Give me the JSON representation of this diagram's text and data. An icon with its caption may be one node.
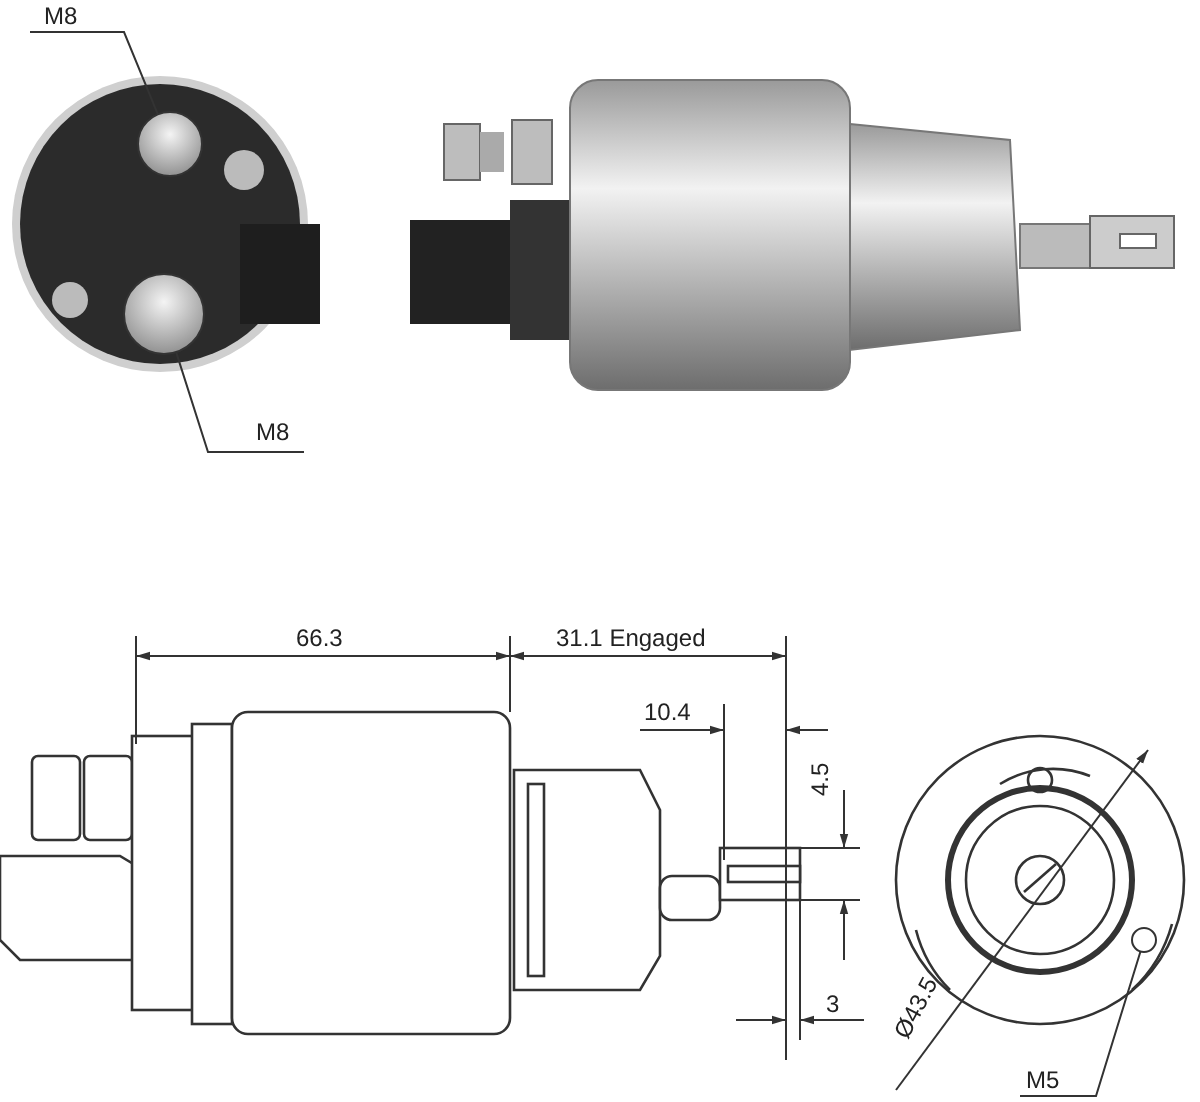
{
  "diagram": {
    "nodes": [
      {
        "text": [
          "M8"
        ]
      },
      {
        "text": [],
        "shape": "circle"
      },
      {
        "text": [],
        "shape": "circle"
      },
      {
        "text": [
          "M8"
        ]
      },
      {
        "text": [],
        "shape": "circle"
      },
      {
        "text": [
          "M5"
        ]
      }
    ],
    "edges": [
      {
        "from": 0,
        "to": 1,
        "arrow": "none"
      },
      {
        "from": 3,
        "to": 2,
        "arrow": "none"
      },
      {
        "from": 5,
        "to": 4,
        "arrow": "none"
      }
    ],
    "labels": [
      "66.3",
      "31.1 Engaged",
      "10.4",
      "4.5",
      "3",
      "Ø43.5"
    ]
  }
}
